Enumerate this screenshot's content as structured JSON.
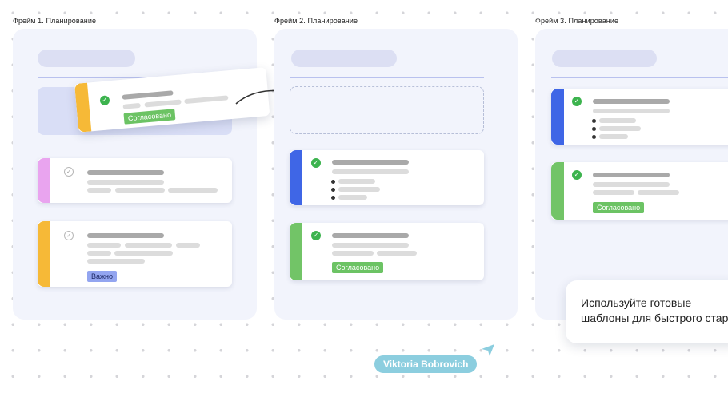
{
  "frames": [
    {
      "title": "Фрейм 1. Планирование"
    },
    {
      "title": "Фрейм 2. Планирование"
    },
    {
      "title": "Фрейм 3. Планирование"
    }
  ],
  "badges": {
    "approved": "Согласовано",
    "important": "Важно"
  },
  "hint": {
    "text": "Используйте готовые\nшаблоны для быстрого стар"
  },
  "cursor_user": {
    "name": "Viktoria Bobrovich"
  },
  "icons": {
    "check": "✓",
    "cursor": "send-arrow-icon",
    "move_arrow": "curved-arrow-icon"
  },
  "colors": {
    "frame_bg": "#f2f4fc",
    "yellow": "#f6b937",
    "pink": "#e9a4ef",
    "blue": "#3f66e6",
    "green": "#72c467",
    "badge_green": "#6cc364",
    "badge_blue": "#93a5f0",
    "user_tag": "#8ccedf"
  }
}
